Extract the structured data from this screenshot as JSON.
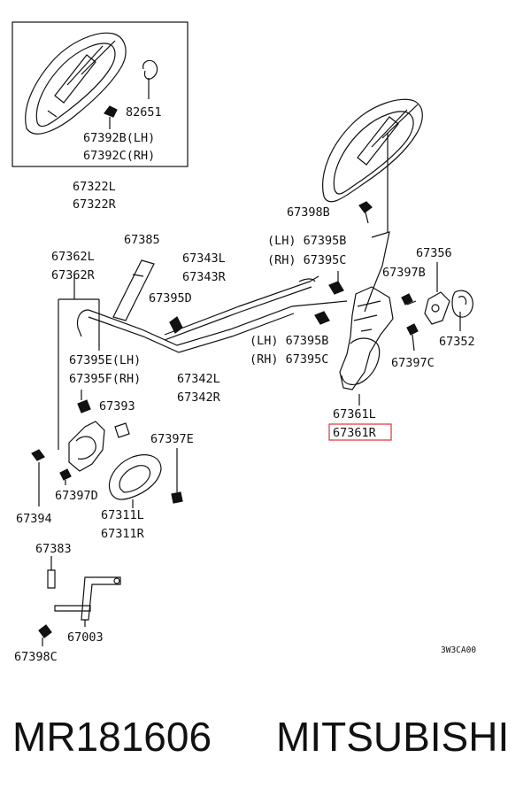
{
  "diagram": {
    "labels": {
      "l82651": "82651",
      "l67392B": "67392B(LH)",
      "l67392C": "67392C(RH)",
      "l67322L": "67322L",
      "l67322R": "67322R",
      "l67398B": "67398B",
      "l67395B_top": "(LH) 67395B",
      "l67395C_top": "(RH) 67395C",
      "l67356": "67356",
      "l67397B": "67397B",
      "l67352": "67352",
      "l67397C": "67397C",
      "l67395B_mid": "(LH) 67395B",
      "l67395C_mid": "(RH) 67395C",
      "l67361L": "67361L",
      "l67361R": "67361R",
      "l67385": "67385",
      "l67362L": "67362L",
      "l67362R": "67362R",
      "l67343L": "67343L",
      "l67343R": "67343R",
      "l67395D": "67395D",
      "l67395E": "67395E(LH)",
      "l67395F": "67395F(RH)",
      "l67342L": "67342L",
      "l67342R": "67342R",
      "l67393": "67393",
      "l67397E": "67397E",
      "l67394": "67394",
      "l67397D": "67397D",
      "l67311L": "67311L",
      "l67311R": "67311R",
      "l67383": "67383",
      "l67003": "67003",
      "l67398C": "67398C",
      "drawing_code": "3W3CA00"
    },
    "highlight_color": "#e0303a"
  },
  "footer": {
    "part_number": "MR181606",
    "brand": "MITSUBISHI"
  }
}
